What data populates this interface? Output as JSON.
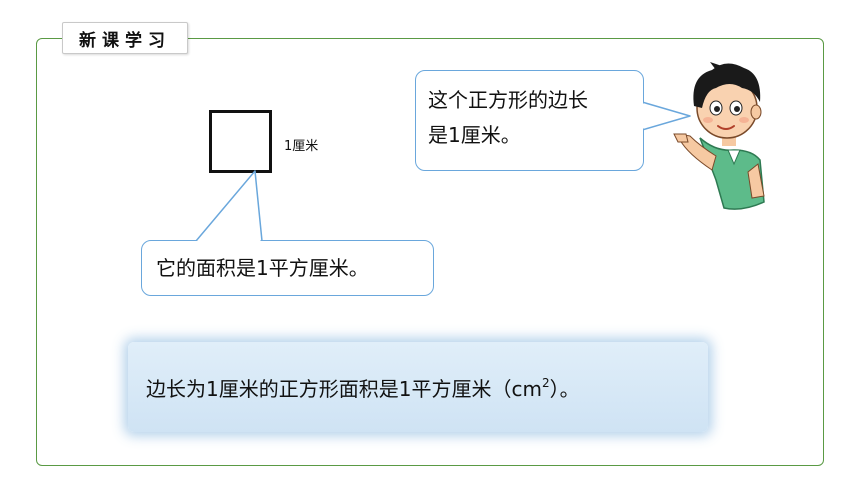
{
  "section": {
    "title": "新课学习"
  },
  "figure": {
    "side_label": "1厘米"
  },
  "bubbles": {
    "boy": {
      "line1": "这个正方形的边长",
      "line2": "是1厘米。"
    },
    "area": {
      "text": "它的面积是1平方厘米。"
    }
  },
  "summary": {
    "text_before": "边长为1厘米的正方形面积是1平方厘米（cm",
    "superscript": "2",
    "text_after": "）。"
  },
  "colors": {
    "frame": "#5a9a44",
    "bubble_border": "#6aa7dc",
    "summary_bg": "#d4e6f6",
    "shirt": "#5dbb8a",
    "hair": "#1a1a1a"
  },
  "icons": {
    "character": "boy-pointing-illustration"
  }
}
